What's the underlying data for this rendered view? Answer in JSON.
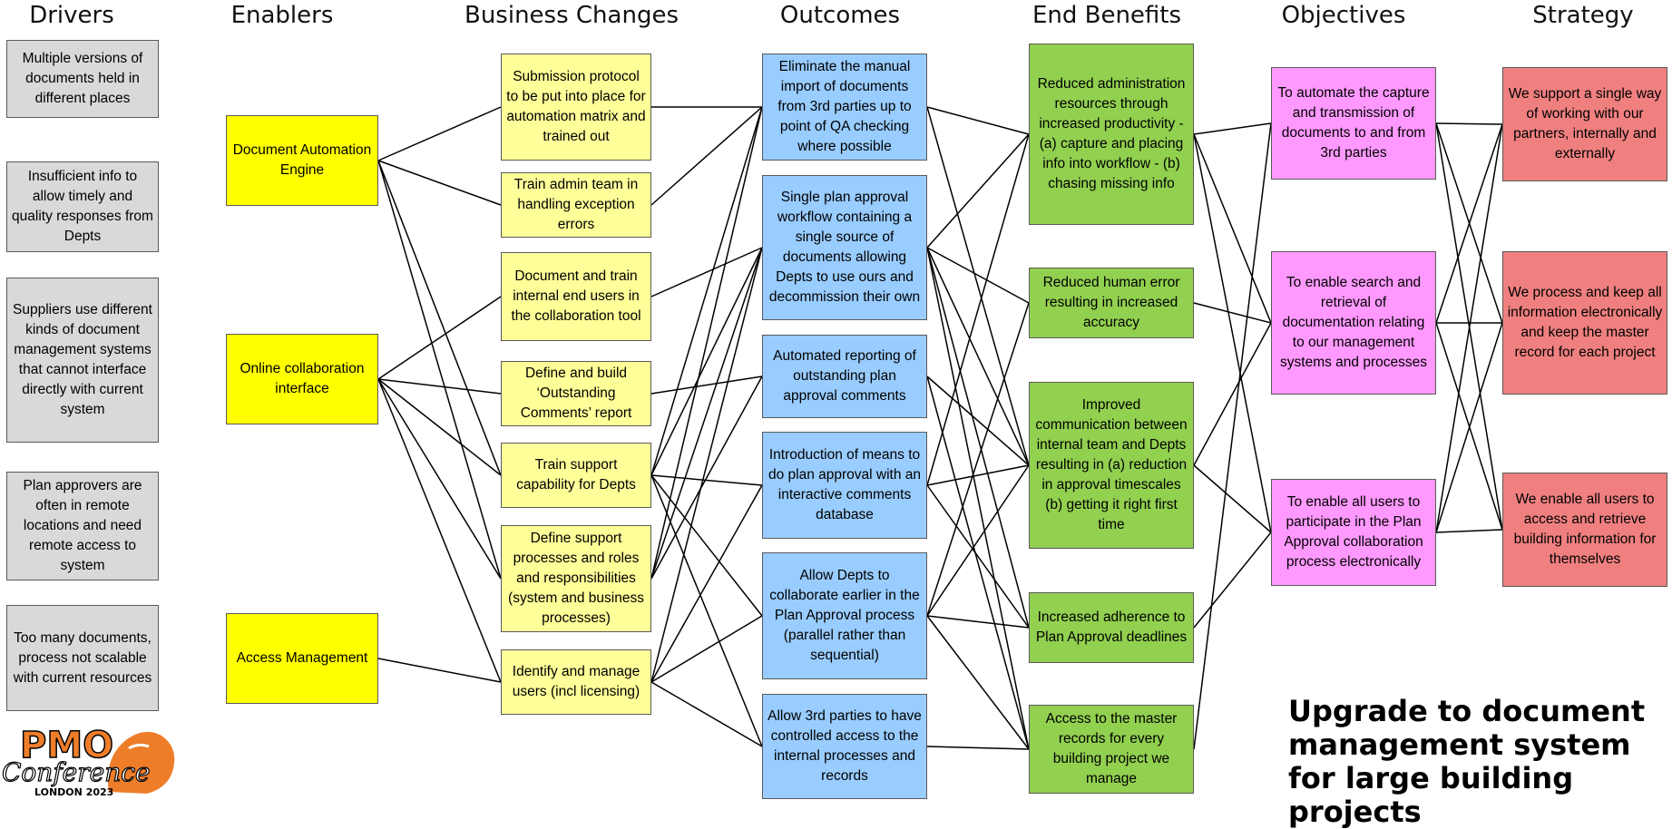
{
  "headers": {
    "drivers": "Drivers",
    "enablers": "Enablers",
    "changes": "Business Changes",
    "outcomes": "Outcomes",
    "benefits": "End Benefits",
    "objectives": "Objectives",
    "strategy": "Strategy"
  },
  "drivers": [
    "Multiple versions of documents held in different places",
    "Insufficient info to allow timely and quality responses from Depts",
    "Suppliers use different kinds of document management systems that cannot interface directly with current system",
    "Plan approvers are often in remote locations and need remote access to system",
    "Too many documents, process not scalable with current resources"
  ],
  "enablers": [
    "Document Automation Engine",
    "Online collaboration interface",
    "Access Management"
  ],
  "changes": [
    "Submission protocol to be put into place for automation matrix and trained out",
    "Train admin team in handling exception errors",
    "Document and train internal end users in the collaboration tool",
    "Define and build ‘Outstanding Comments’ report",
    "Train support capability for Depts",
    "Define support processes and roles and responsibilities (system and business processes)",
    "Identify and manage users (incl licensing)"
  ],
  "outcomes": [
    "Eliminate the manual import of documents from 3rd parties up to point of QA checking where possible",
    "Single plan approval workflow containing a single source of documents allowing Depts to use ours and decommission their own",
    "Automated reporting of outstanding plan approval comments",
    "Introduction of means to do plan approval with an interactive comments database",
    "Allow Depts to collaborate earlier in the Plan Approval process (parallel rather than sequential)",
    "Allow 3rd parties to have controlled access to the internal processes and records"
  ],
  "benefits": [
    "Reduced administration resources through increased productivity - (a) capture and placing info into workflow - (b) chasing missing info",
    "Reduced human error resulting in increased accuracy",
    "Improved communication between internal team and Depts resulting in (a) reduction in approval timescales (b) getting it right first time",
    "Increased adherence to Plan Approval deadlines",
    "Access to the master records for every building project we manage"
  ],
  "objectives": [
    "To automate the capture and transmission of documents to and from 3rd parties",
    "To enable search and retrieval of documentation relating to our management systems and processes",
    "To enable all users to participate in the Plan Approval collaboration process electronically"
  ],
  "strategy": [
    "We support a single way of working with our partners, internally and externally",
    "We process and keep all information electronically and keep the master record for each project",
    "We enable all users to access and retrieve building information for themselves"
  ],
  "headline": "Upgrade to document management system for large building projects",
  "logo": {
    "line1": "PMO",
    "line2": "Conference",
    "line3": "LONDON 2023"
  },
  "colors": {
    "driver": "#d9d9d9",
    "enabler": "#ffff00",
    "change": "#ffff99",
    "outcome": "#99ccff",
    "benefit": "#92d050",
    "objective": "#ff99ff",
    "strategy": "#f08080",
    "logo_orange": "#ee7d2a"
  },
  "links": {
    "enabler_change": [
      [
        0,
        0
      ],
      [
        0,
        1
      ],
      [
        0,
        4
      ],
      [
        0,
        5
      ],
      [
        1,
        2
      ],
      [
        1,
        3
      ],
      [
        1,
        4
      ],
      [
        1,
        5
      ],
      [
        1,
        6
      ],
      [
        2,
        6
      ]
    ],
    "change_outcome": [
      [
        0,
        0
      ],
      [
        1,
        0
      ],
      [
        2,
        1
      ],
      [
        3,
        2
      ],
      [
        4,
        0
      ],
      [
        4,
        1
      ],
      [
        4,
        3
      ],
      [
        4,
        4
      ],
      [
        5,
        1
      ],
      [
        5,
        2
      ],
      [
        6,
        1
      ],
      [
        6,
        3
      ],
      [
        6,
        4
      ],
      [
        6,
        5
      ],
      [
        4,
        5
      ],
      [
        5,
        0
      ]
    ],
    "outcome_benefit": [
      [
        0,
        0
      ],
      [
        0,
        2
      ],
      [
        1,
        0
      ],
      [
        1,
        2
      ],
      [
        1,
        3
      ],
      [
        1,
        4
      ],
      [
        2,
        2
      ],
      [
        2,
        4
      ],
      [
        3,
        0
      ],
      [
        3,
        2
      ],
      [
        3,
        3
      ],
      [
        4,
        2
      ],
      [
        4,
        3
      ],
      [
        4,
        4
      ],
      [
        5,
        4
      ],
      [
        4,
        1
      ],
      [
        1,
        1
      ]
    ],
    "benefit_objective": [
      [
        0,
        0
      ],
      [
        0,
        1
      ],
      [
        1,
        1
      ],
      [
        2,
        1
      ],
      [
        2,
        2
      ],
      [
        3,
        2
      ],
      [
        4,
        0
      ],
      [
        0,
        2
      ]
    ],
    "objective_strategy": [
      [
        0,
        0
      ],
      [
        0,
        1
      ],
      [
        0,
        2
      ],
      [
        1,
        0
      ],
      [
        1,
        1
      ],
      [
        1,
        2
      ],
      [
        2,
        0
      ],
      [
        2,
        1
      ],
      [
        2,
        2
      ]
    ]
  }
}
